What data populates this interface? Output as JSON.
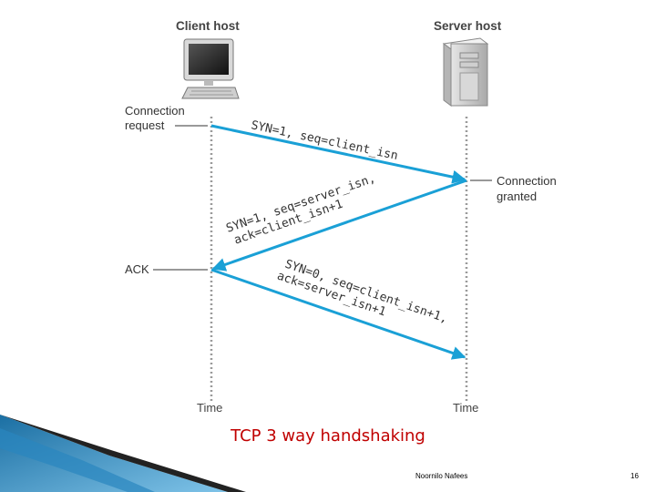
{
  "diagram": {
    "client_host_label": "Client host",
    "server_host_label": "Server host",
    "connection_request_label": [
      "Connection",
      "request"
    ],
    "connection_granted_label": [
      "Connection",
      "granted"
    ],
    "ack_label": "ACK",
    "time_left_label": "Time",
    "time_right_label": "Time",
    "messages": [
      {
        "lines": [
          "SYN=1, seq=client_isn"
        ]
      },
      {
        "lines": [
          "SYN=1, seq=server_isn,",
          "ack=client_isn+1"
        ]
      },
      {
        "lines": [
          "SYN=0, seq=client_isn+1,",
          "ack=server_isn+1"
        ]
      }
    ],
    "arrow_color": "#1aa0d6"
  },
  "slide": {
    "caption": "TCP 3 way handshaking",
    "author": "Noornilo Nafees",
    "page_number": "16",
    "caption_color": "#c00000"
  }
}
